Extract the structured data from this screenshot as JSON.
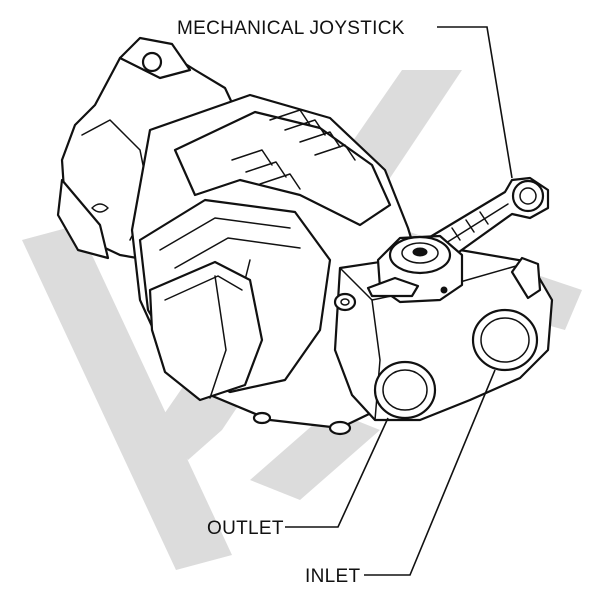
{
  "callouts": {
    "joystick": "MECHANICAL JOYSTICK",
    "outlet": "OUTLET",
    "inlet": "INLET"
  },
  "watermark": {
    "color": "#dcdcdc"
  },
  "line_color": "#111111"
}
